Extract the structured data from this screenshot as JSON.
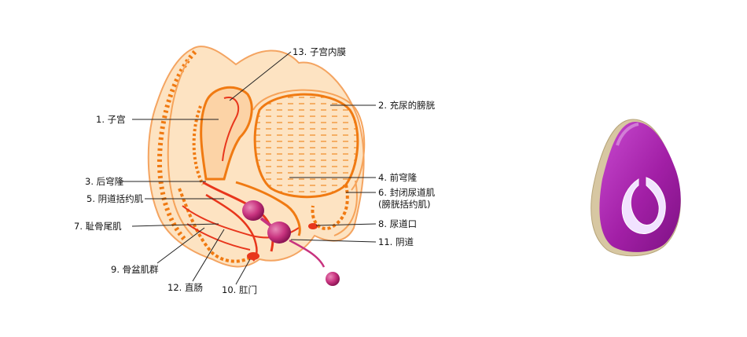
{
  "labels": {
    "l1": "1. 子宫",
    "l2": "2. 充尿的膀胱",
    "l3": "3. 后穹隆",
    "l4": "4. 前穹隆",
    "l5": "5. 阴道括约肌",
    "l6a": "6. 封闭尿道肌",
    "l6b": "(膀胱括约肌)",
    "l7": "7. 耻骨尾肌",
    "l8": "8. 尿道口",
    "l9": "9. 骨盆肌群",
    "l10": "10. 肛门",
    "l11": "11. 阴道",
    "l12": "12. 直肠",
    "l13": "13. 子宫内膜"
  },
  "colors": {
    "anatomy_fill": "#fde3c2",
    "anatomy_line": "#f07a12",
    "muscle_red": "#e8361c",
    "device_purple": "#a21fa6",
    "balls_magenta": "#c8337f"
  },
  "icons": {
    "product": "purple-teardrop-vibrator-icon",
    "balls": "kegel-balls-icon"
  }
}
